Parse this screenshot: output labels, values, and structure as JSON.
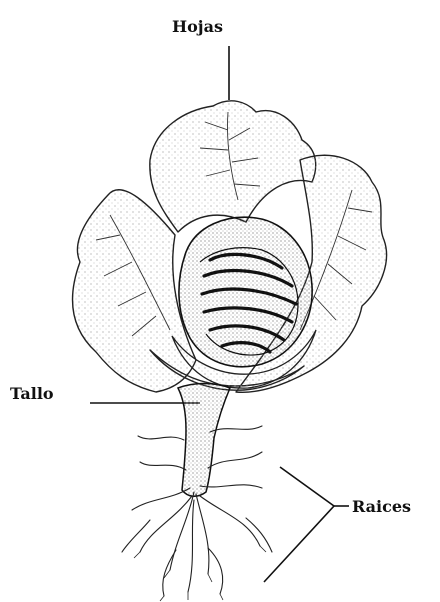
{
  "labels": {
    "leaves": "Hojas",
    "stem": "Tallo",
    "roots": "Raices"
  },
  "colors": {
    "ink": "#111111",
    "background": "#ffffff"
  }
}
